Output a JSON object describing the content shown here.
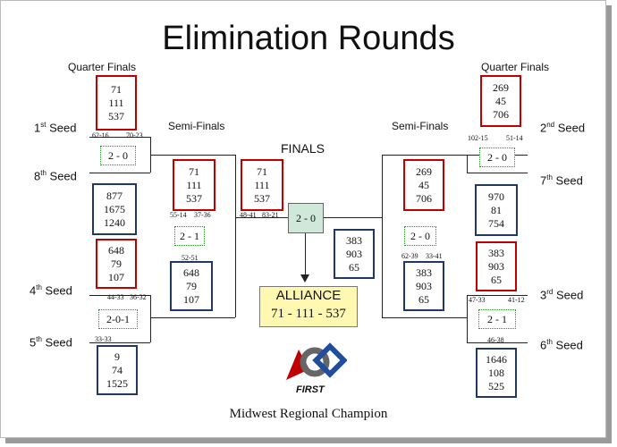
{
  "title": "Elimination Rounds",
  "headers": {
    "quarter_left": "Quarter Finals",
    "quarter_right": "Quarter Finals",
    "semi_left": "Semi-Finals",
    "semi_right": "Semi-Finals",
    "finals": "FINALS"
  },
  "seeds": {
    "s1": {
      "num": "1",
      "suf": "st",
      "label": " Seed"
    },
    "s2": {
      "num": "2",
      "suf": "nd",
      "label": " Seed"
    },
    "s3": {
      "num": "3",
      "suf": "rd",
      "label": " Seed"
    },
    "s4": {
      "num": "4",
      "suf": "th",
      "label": " Seed"
    },
    "s5": {
      "num": "5",
      "suf": "th",
      "label": " Seed"
    },
    "s6": {
      "num": "6",
      "suf": "th",
      "label": " Seed"
    },
    "s7": {
      "num": "7",
      "suf": "th",
      "label": " Seed"
    },
    "s8": {
      "num": "8",
      "suf": "th",
      "label": " Seed"
    }
  },
  "alliances": {
    "qf_l1": [
      "71",
      "111",
      "537"
    ],
    "qf_l8": [
      "877",
      "1675",
      "1240"
    ],
    "qf_l4": [
      "648",
      "79",
      "107"
    ],
    "qf_l5": [
      "9",
      "74",
      "1525"
    ],
    "qf_r2": [
      "269",
      "45",
      "706"
    ],
    "qf_r7": [
      "970",
      "81",
      "754"
    ],
    "qf_r3": [
      "383",
      "903",
      "65"
    ],
    "qf_r6": [
      "1646",
      "108",
      "525"
    ],
    "sf_l1": [
      "71",
      "111",
      "537"
    ],
    "sf_l4": [
      "648",
      "79",
      "107"
    ],
    "sf_r2": [
      "269",
      "45",
      "706"
    ],
    "sf_r3": [
      "383",
      "903",
      "65"
    ],
    "f_left": [
      "71",
      "111",
      "537"
    ],
    "f_right": [
      "383",
      "903",
      "65"
    ]
  },
  "results": {
    "qf_l_top": "2 - 0",
    "qf_l_bot": "2-0-1",
    "qf_r_top": "2 - 0",
    "qf_r_bot": "2 - 1",
    "sf_left": "2 - 1",
    "sf_right": "2 - 0",
    "finals": "2 - 0"
  },
  "scores": {
    "qf_l1_a": "62-16",
    "qf_l1_b": "70-23",
    "qf_l4_a": "44-33",
    "qf_l4_b": "36-32",
    "qf_l5_a": "33-33",
    "qf_r2_a": "102-15",
    "qf_r2_b": "51-14",
    "qf_r3_a": "47-33",
    "qf_r3_b": "41-12",
    "qf_r6_a": "46-38",
    "sf_l1_a": "55-14",
    "sf_l1_b": "37-36",
    "sf_l4_a": "52-51",
    "sf_r3_a": "62-39",
    "sf_r3_b": "33-41",
    "f_a": "48-41",
    "f_b": "83-21"
  },
  "champion": {
    "label": "ALLIANCE",
    "teams": "71 - 111 - 537"
  },
  "logo_text": "FIRST",
  "footer": "Midwest Regional Champion",
  "colors": {
    "winner_border": "#c00000",
    "other_border": "#203864",
    "finals_fill": "#cfe8d9",
    "champion_fill": "#fff8b0"
  }
}
